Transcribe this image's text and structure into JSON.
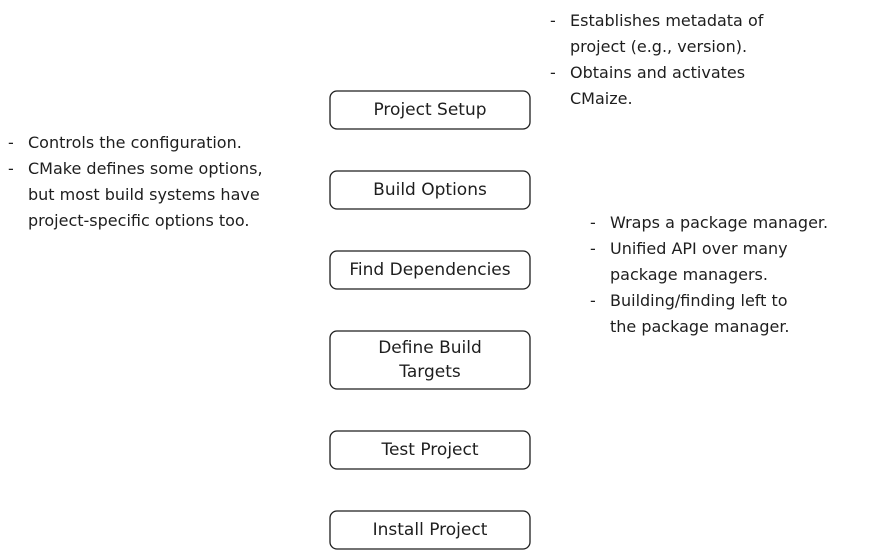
{
  "steps": [
    {
      "label": "Project Setup"
    },
    {
      "label": "Build Options"
    },
    {
      "label": "Find Dependencies"
    },
    {
      "label": "Define Build\nTargets"
    },
    {
      "label": "Test Project"
    },
    {
      "label": "Install Project"
    }
  ],
  "notes": {
    "project_setup": [
      "Establishes metadata of\nproject (e.g., version).",
      "Obtains and activates\nCMaize."
    ],
    "build_options": [
      "Controls the configuration.",
      "CMake defines some options,\nbut most build systems have\nproject-specific options too."
    ],
    "find_dependencies": [
      "Wraps a package manager.",
      "Unified API over many\npackage managers.",
      "Building/finding left to\nthe package manager."
    ]
  }
}
